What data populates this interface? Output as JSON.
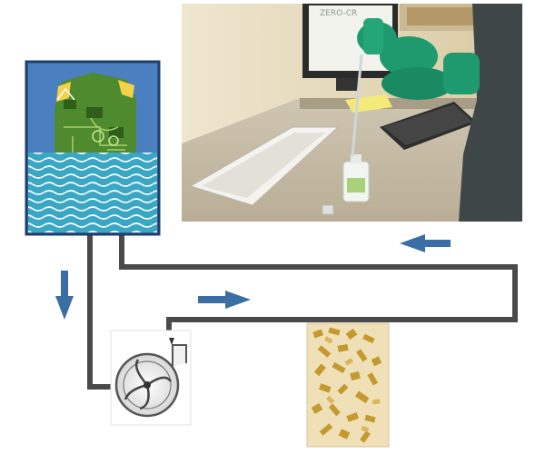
{
  "diagram": {
    "kind": "recirculating-cleaning-system",
    "components": [
      {
        "id": "tank",
        "label": "",
        "description-icon": "circuit-board-tank-icon"
      },
      {
        "id": "pump",
        "label": "",
        "description-icon": "centrifugal-pump-icon"
      },
      {
        "id": "filter",
        "label": "",
        "description-icon": "filter-media-icon"
      },
      {
        "id": "lab-photo",
        "label": "",
        "description-icon": "lab-photo"
      }
    ],
    "flow_arrows": [
      {
        "id": "arrow-down",
        "direction": "down"
      },
      {
        "id": "arrow-right",
        "direction": "right"
      },
      {
        "id": "arrow-left",
        "direction": "left"
      }
    ],
    "monitor_text": "ZERO-CR",
    "colors": {
      "pipe": "#4a4a4a",
      "arrow": "#3a6ea5",
      "water": "#3aa7c4",
      "tank_sky": "#4a7fc0",
      "board": "#4f8a2e",
      "filter_bg": "#e8cf95",
      "filter_flakes": "#c49a2e",
      "glove": "#1f9a6e"
    }
  }
}
